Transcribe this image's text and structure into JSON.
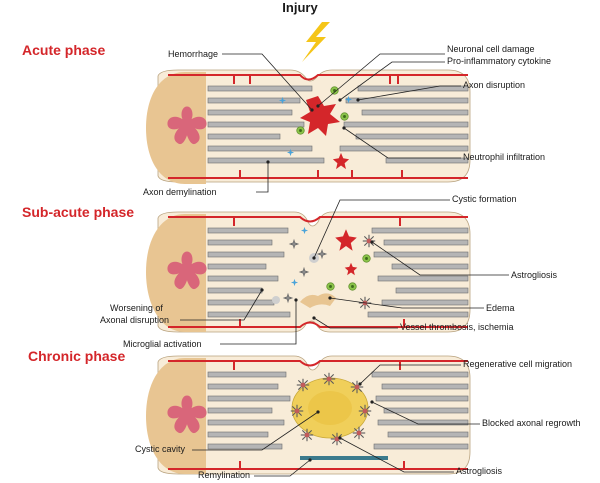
{
  "title": "Injury",
  "phases": {
    "acute": "Acute phase",
    "subacute": "Sub-acute phase",
    "chronic": "Chronic phase"
  },
  "labels": {
    "hemorrhage": "Hemorrhage",
    "neuronal_damage": "Neuronal cell damage",
    "pro_inflammatory": "Pro-inflammatory cytokine",
    "axon_disruption": "Axon disruption",
    "neutrophil": "Neutrophil infiltration",
    "axon_demyelination": "Axon demylination",
    "cystic_formation": "Cystic formation",
    "astrogliosis_sub": "Astrogliosis",
    "edema": "Edema",
    "worsening_1": "Worsening of",
    "worsening_2": "Axonal disruption",
    "vessel_thrombosis": "Vessel thrombosis, ischemia",
    "microglial": "Microglial activation",
    "regen_migration": "Regenerative cell migration",
    "blocked_regrowth": "Blocked axonal regrowth",
    "cystic_cavity": "Cystic cavity",
    "remyelination": "Remylination",
    "astrogliosis_chronic": "Astrogliosis"
  },
  "colors": {
    "phase_red": "#d4262a",
    "tissue": "#f8ecd8",
    "cord_tan": "#e8c592",
    "gray_matter": "#d9667a",
    "vessel": "#d4262a",
    "bolt": "#f5c518",
    "cyst": "#f0cf5a"
  }
}
